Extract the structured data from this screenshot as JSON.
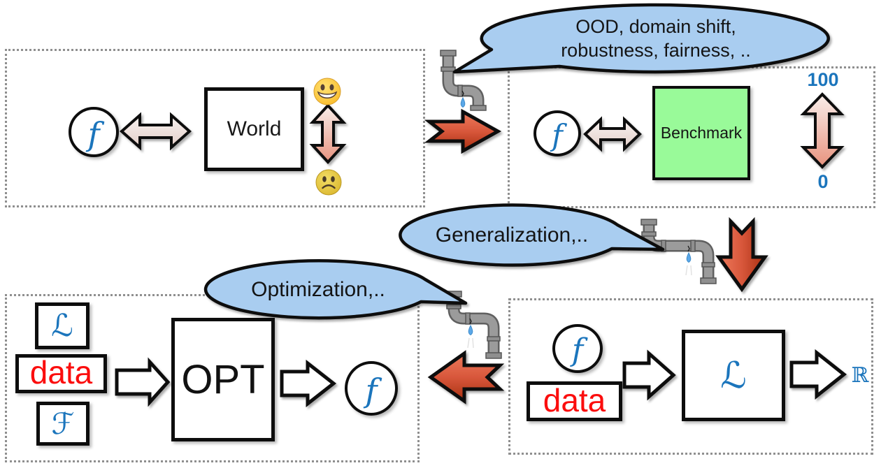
{
  "regions": {
    "world": {
      "function_symbol": "f",
      "world_box": "World"
    },
    "benchmark": {
      "function_symbol": "f",
      "benchmark_box": "Benchmark",
      "score_max": "100",
      "score_min": "0"
    },
    "training": {
      "loss_symbol": "ℒ",
      "data_label": "data",
      "function_class_symbol": "ℱ",
      "optimizer_box": "OPT",
      "function_symbol": "f"
    },
    "evaluation": {
      "function_symbol": "f",
      "data_label": "data",
      "loss_symbol": "ℒ",
      "reals_symbol": "ℝ"
    }
  },
  "bubbles": {
    "ood": "OOD, domain shift, robustness, fairness, ..",
    "generalization": "Generalization,..",
    "optimization": "Optimization,.."
  },
  "icons": {
    "leaky_pipe": "leaky-pipe",
    "happy_face": "grinning-face",
    "sad_face": "frowning-face",
    "red_arrow": "flow-arrow",
    "double_arrow": "two-way-arrow"
  },
  "colors": {
    "bubble_blue": "#a9cdf0",
    "benchmark_green": "#99fa99",
    "math_blue": "#1b75bc",
    "data_red": "#fb0d0d",
    "arrow_red_light": "#ec7052",
    "arrow_red_dark": "#a93012",
    "pipe_gray": "#9b9b9b",
    "dash_gray": "#8f8f8f"
  }
}
